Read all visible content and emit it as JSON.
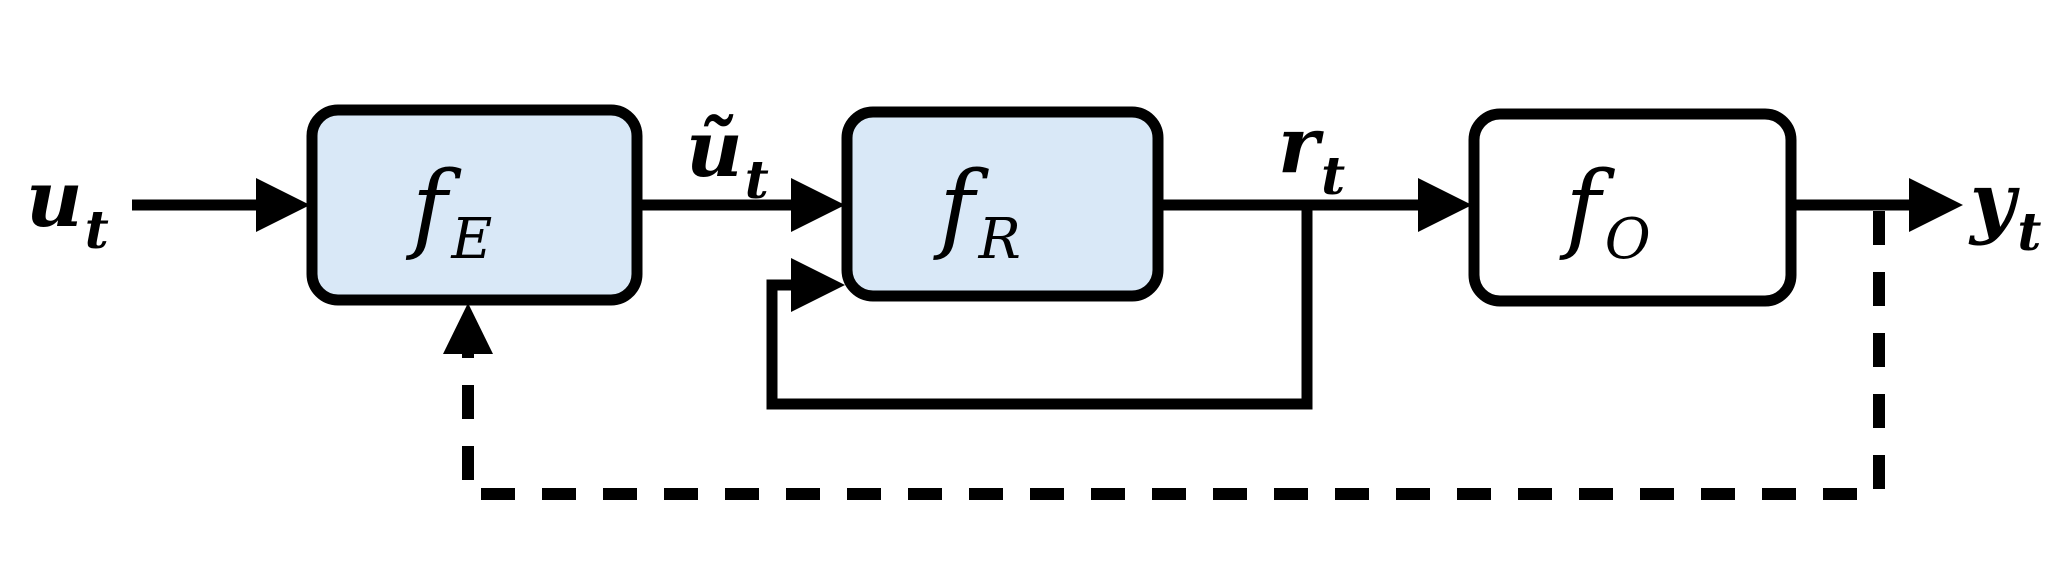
{
  "figure": {
    "description": "Echo state network style block diagram: input u_t feeds encoder f_E, encoded signal u~_t feeds reservoir f_R with recurrent feedback loop, reservoir state r_t feeds output layer f_O producing y_t, with dashed feedback from output back to the encoder",
    "colors": {
      "background": "#ffffff",
      "stroke": "#000000",
      "block_fill_blue": "#d9e8f7",
      "block_fill_white": "#ffffff"
    },
    "blocks": [
      {
        "name": "encoder",
        "symbol": "f",
        "subscript": "E",
        "fill": "#d9e8f7"
      },
      {
        "name": "reservoir",
        "symbol": "f",
        "subscript": "R",
        "fill": "#d9e8f7"
      },
      {
        "name": "output",
        "symbol": "f",
        "subscript": "O",
        "fill": "#ffffff"
      }
    ],
    "signals": [
      {
        "name": "input",
        "symbol": "u",
        "subscript": "t"
      },
      {
        "name": "encoded-input",
        "symbol": "ũ",
        "subscript": "t"
      },
      {
        "name": "reservoir-state",
        "symbol": "r",
        "subscript": "t"
      },
      {
        "name": "output-signal",
        "symbol": "y",
        "subscript": "t"
      }
    ]
  }
}
